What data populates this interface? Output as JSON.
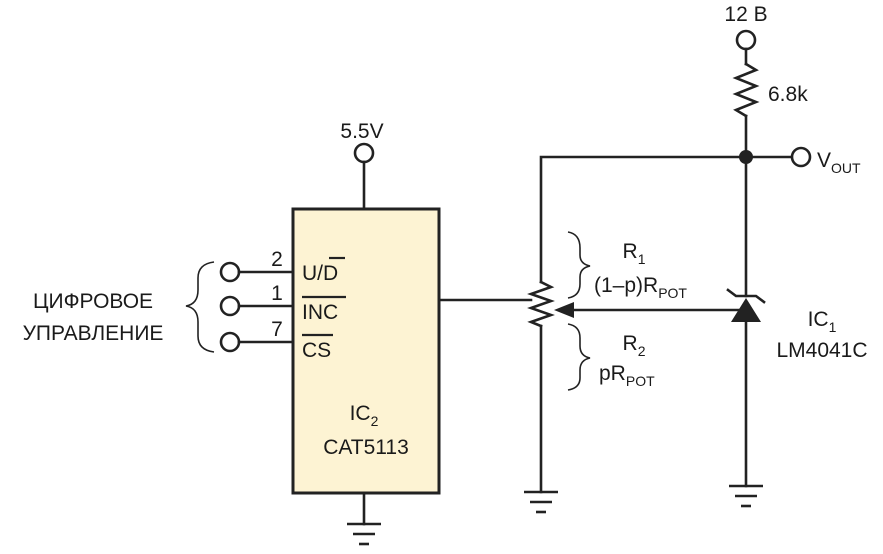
{
  "supply_12v": "12 В",
  "resistor_top": "6.8k",
  "vout": {
    "main": "V",
    "sub": "OUT"
  },
  "supply_5v5": "5.5V",
  "ic2": {
    "name_main": "IC",
    "name_sub": "2",
    "part": "CAT5113"
  },
  "ic1": {
    "name_main": "IC",
    "name_sub": "1",
    "part": "LM4041C"
  },
  "pins": [
    {
      "num": "2",
      "label_a": "U/",
      "label_b": "D"
    },
    {
      "num": "1",
      "label": "INC"
    },
    {
      "num": "7",
      "label": "CS"
    }
  ],
  "digital_control": {
    "line1": "ЦИФРОВОЕ",
    "line2": "УПРАВЛЕНИЕ"
  },
  "r1": {
    "name_main": "R",
    "name_sub": "1",
    "expr_main": "(1–p)R",
    "expr_sub": "POT"
  },
  "r2": {
    "name_main": "R",
    "name_sub": "2",
    "expr_main": "pR",
    "expr_sub": "POT"
  },
  "colors": {
    "ic_fill": "#fdf3d3",
    "line": "#222222"
  }
}
